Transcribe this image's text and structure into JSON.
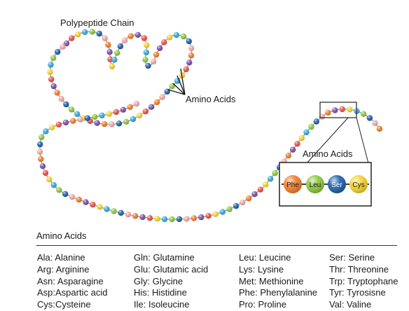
{
  "labels": {
    "polypeptide_chain": "Polypeptide Chain",
    "amino_acids_pointer": "Amino Acids",
    "inset_title": "Amino Acids",
    "legend_title": "Amino Acids"
  },
  "inset": {
    "beads": [
      {
        "label": "Phe",
        "color": "#f07d2a"
      },
      {
        "label": "Leu",
        "color": "#8cc63f"
      },
      {
        "label": "Ser",
        "color": "#1f5fa8"
      },
      {
        "label": "Cys",
        "color": "#f5d22e"
      }
    ]
  },
  "bead_colors": [
    "#f3a8a8",
    "#f07d2a",
    "#8cc63f",
    "#1f5fa8",
    "#f5d22e",
    "#36a9d6",
    "#7b4fa3",
    "#e8504a"
  ],
  "legend": {
    "columns": [
      [
        "Ala: Alanine",
        "Arg: Arginine",
        "Asn: Asparagine",
        "Asp:Aspartic acid",
        "Cys:Cysteine"
      ],
      [
        "Gln: Glutamine",
        "Glu: Glutamic acid",
        "Gly: Glycine",
        "His: Histidine",
        "Ile: Isoleucine"
      ],
      [
        "Leu: Leucine",
        "Lys: Lysine",
        "Met: Methionine",
        "Phe: Phenylalanine",
        "Pro: Proline"
      ],
      [
        "Ser: Serine",
        "Thr: Threonine",
        "Trp: Tryptophane",
        "Tyr: Tyrosisne",
        "Val: Valine"
      ]
    ]
  }
}
